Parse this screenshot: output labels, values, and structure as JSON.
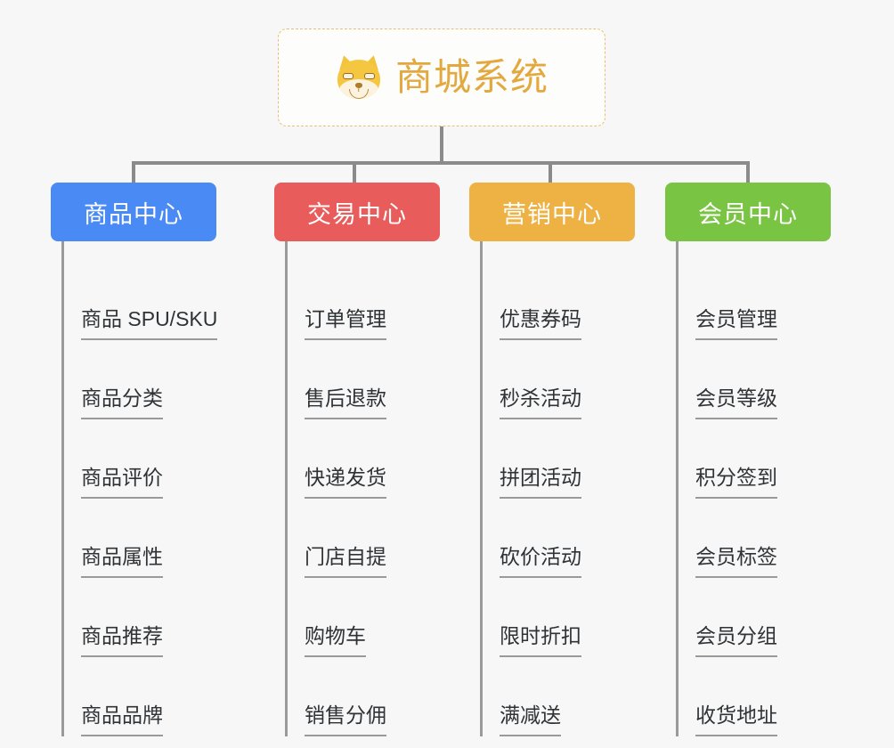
{
  "root": {
    "title": "商城系统",
    "emoji_name": "shiba-dog-face-emoji",
    "title_color": "#e3a93f",
    "border_color": "#e8bf72"
  },
  "connector_color": "#8b8b8b",
  "columns": [
    {
      "id": "product-center",
      "title": "商品中心",
      "color": "#4a8af4",
      "items": [
        "商品 SPU/SKU",
        "商品分类",
        "商品评价",
        "商品属性",
        "商品推荐",
        "商品品牌"
      ]
    },
    {
      "id": "trade-center",
      "title": "交易中心",
      "color": "#e85c5c",
      "items": [
        "订单管理",
        "售后退款",
        "快递发货",
        "门店自提",
        "购物车",
        "销售分佣"
      ]
    },
    {
      "id": "marketing-center",
      "title": "营销中心",
      "color": "#eeb244",
      "items": [
        "优惠券码",
        "秒杀活动",
        "拼团活动",
        "砍价活动",
        "限时折扣",
        "满减送"
      ]
    },
    {
      "id": "member-center",
      "title": "会员中心",
      "color": "#79c443",
      "items": [
        "会员管理",
        "会员等级",
        "积分签到",
        "会员标签",
        "会员分组",
        "收货地址"
      ]
    }
  ]
}
